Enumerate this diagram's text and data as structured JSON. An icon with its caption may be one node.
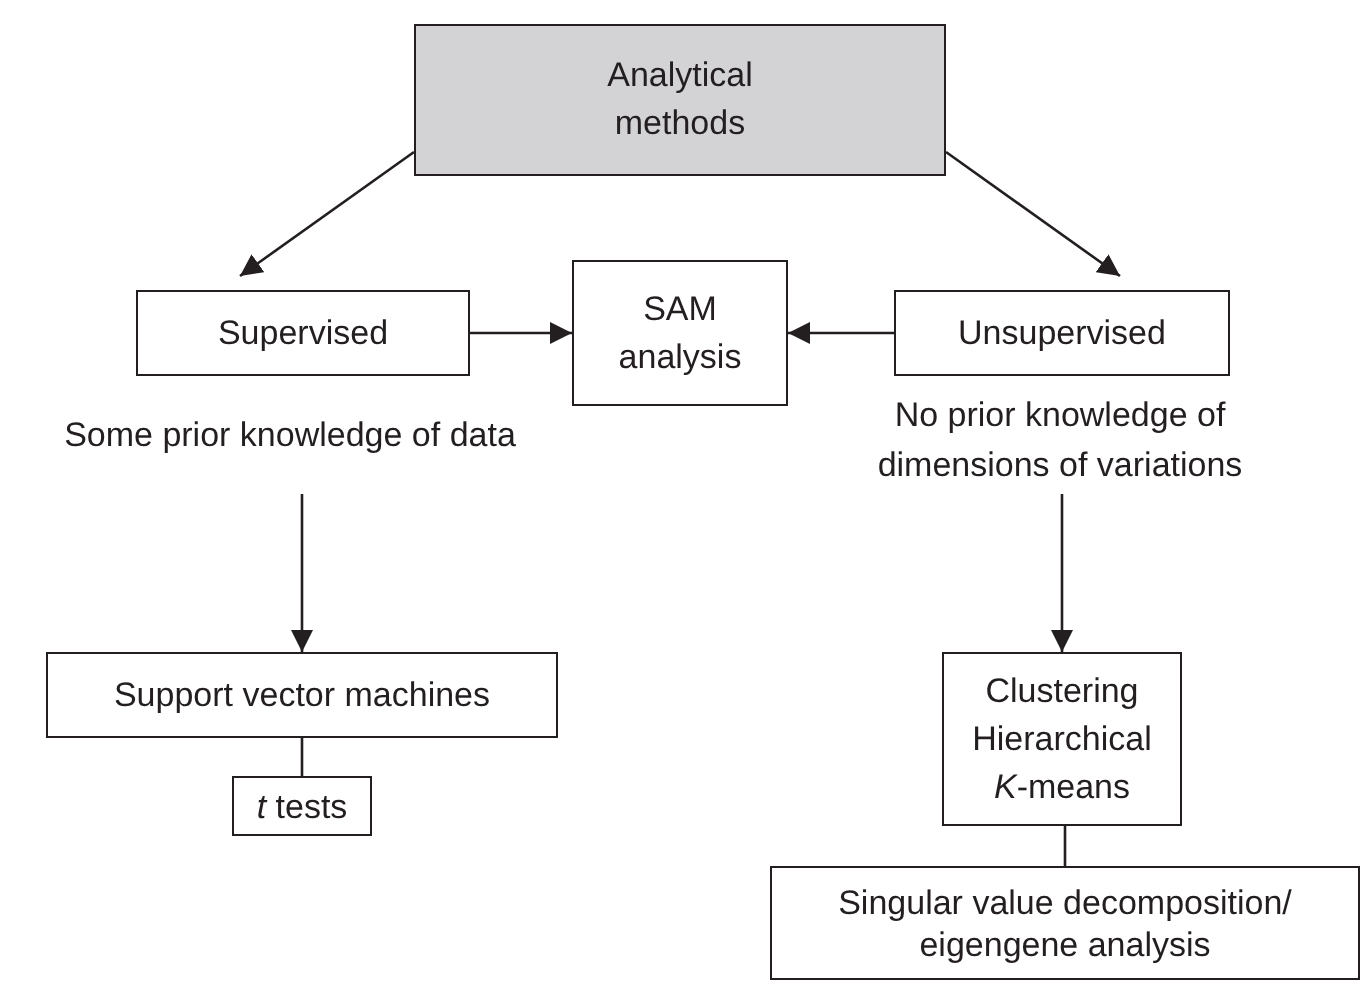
{
  "diagram": {
    "nodes": [
      {
        "text": [
          "Analytical methods"
        ]
      },
      {
        "text": [
          "Supervised"
        ],
        "beside": [
          "Some prior knowledge of data"
        ]
      },
      {
        "text": [
          "SAM analysis"
        ]
      },
      {
        "text": [
          "Unsupervised"
        ],
        "beside": [
          "No prior knowledge of dimensions of variations"
        ]
      },
      {
        "text": [
          "Support vector machines"
        ]
      },
      {
        "text": [
          "*t* tests"
        ]
      },
      {
        "text": [
          "Clustering Hierarchical *K*-means"
        ]
      },
      {
        "text": [
          "Singular value decomposition/ eigengene analysis"
        ]
      }
    ],
    "edges": [
      {
        "from": 0,
        "to": 1,
        "arrow": "to"
      },
      {
        "from": 0,
        "to": 3,
        "arrow": "to"
      },
      {
        "from": 1,
        "to": 2,
        "arrow": "to"
      },
      {
        "from": 3,
        "to": 2,
        "arrow": "to"
      },
      {
        "from": 1,
        "to": 4,
        "arrow": "to"
      },
      {
        "from": 3,
        "to": 6,
        "arrow": "to"
      },
      {
        "from": 4,
        "to": 5,
        "arrow": "none"
      },
      {
        "from": 6,
        "to": 7,
        "arrow": "none"
      }
    ]
  }
}
